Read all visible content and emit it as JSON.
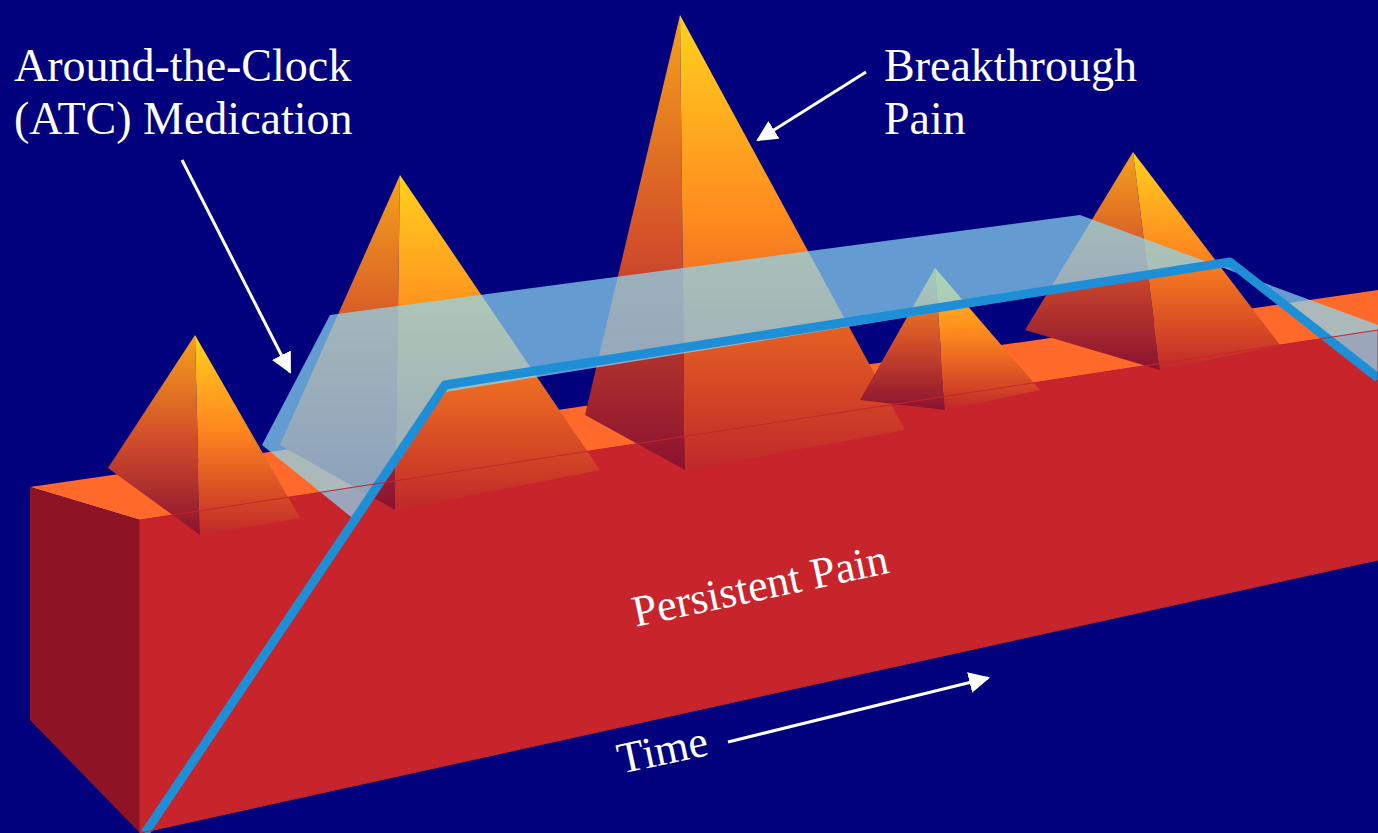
{
  "diagram": {
    "nodes": [
      {
        "text": [
          "Persistent Pain"
        ]
      }
    ],
    "labels": [
      "Around-the-Clock (ATC) Medication",
      "Breakthrough Pain",
      "Time"
    ]
  }
}
